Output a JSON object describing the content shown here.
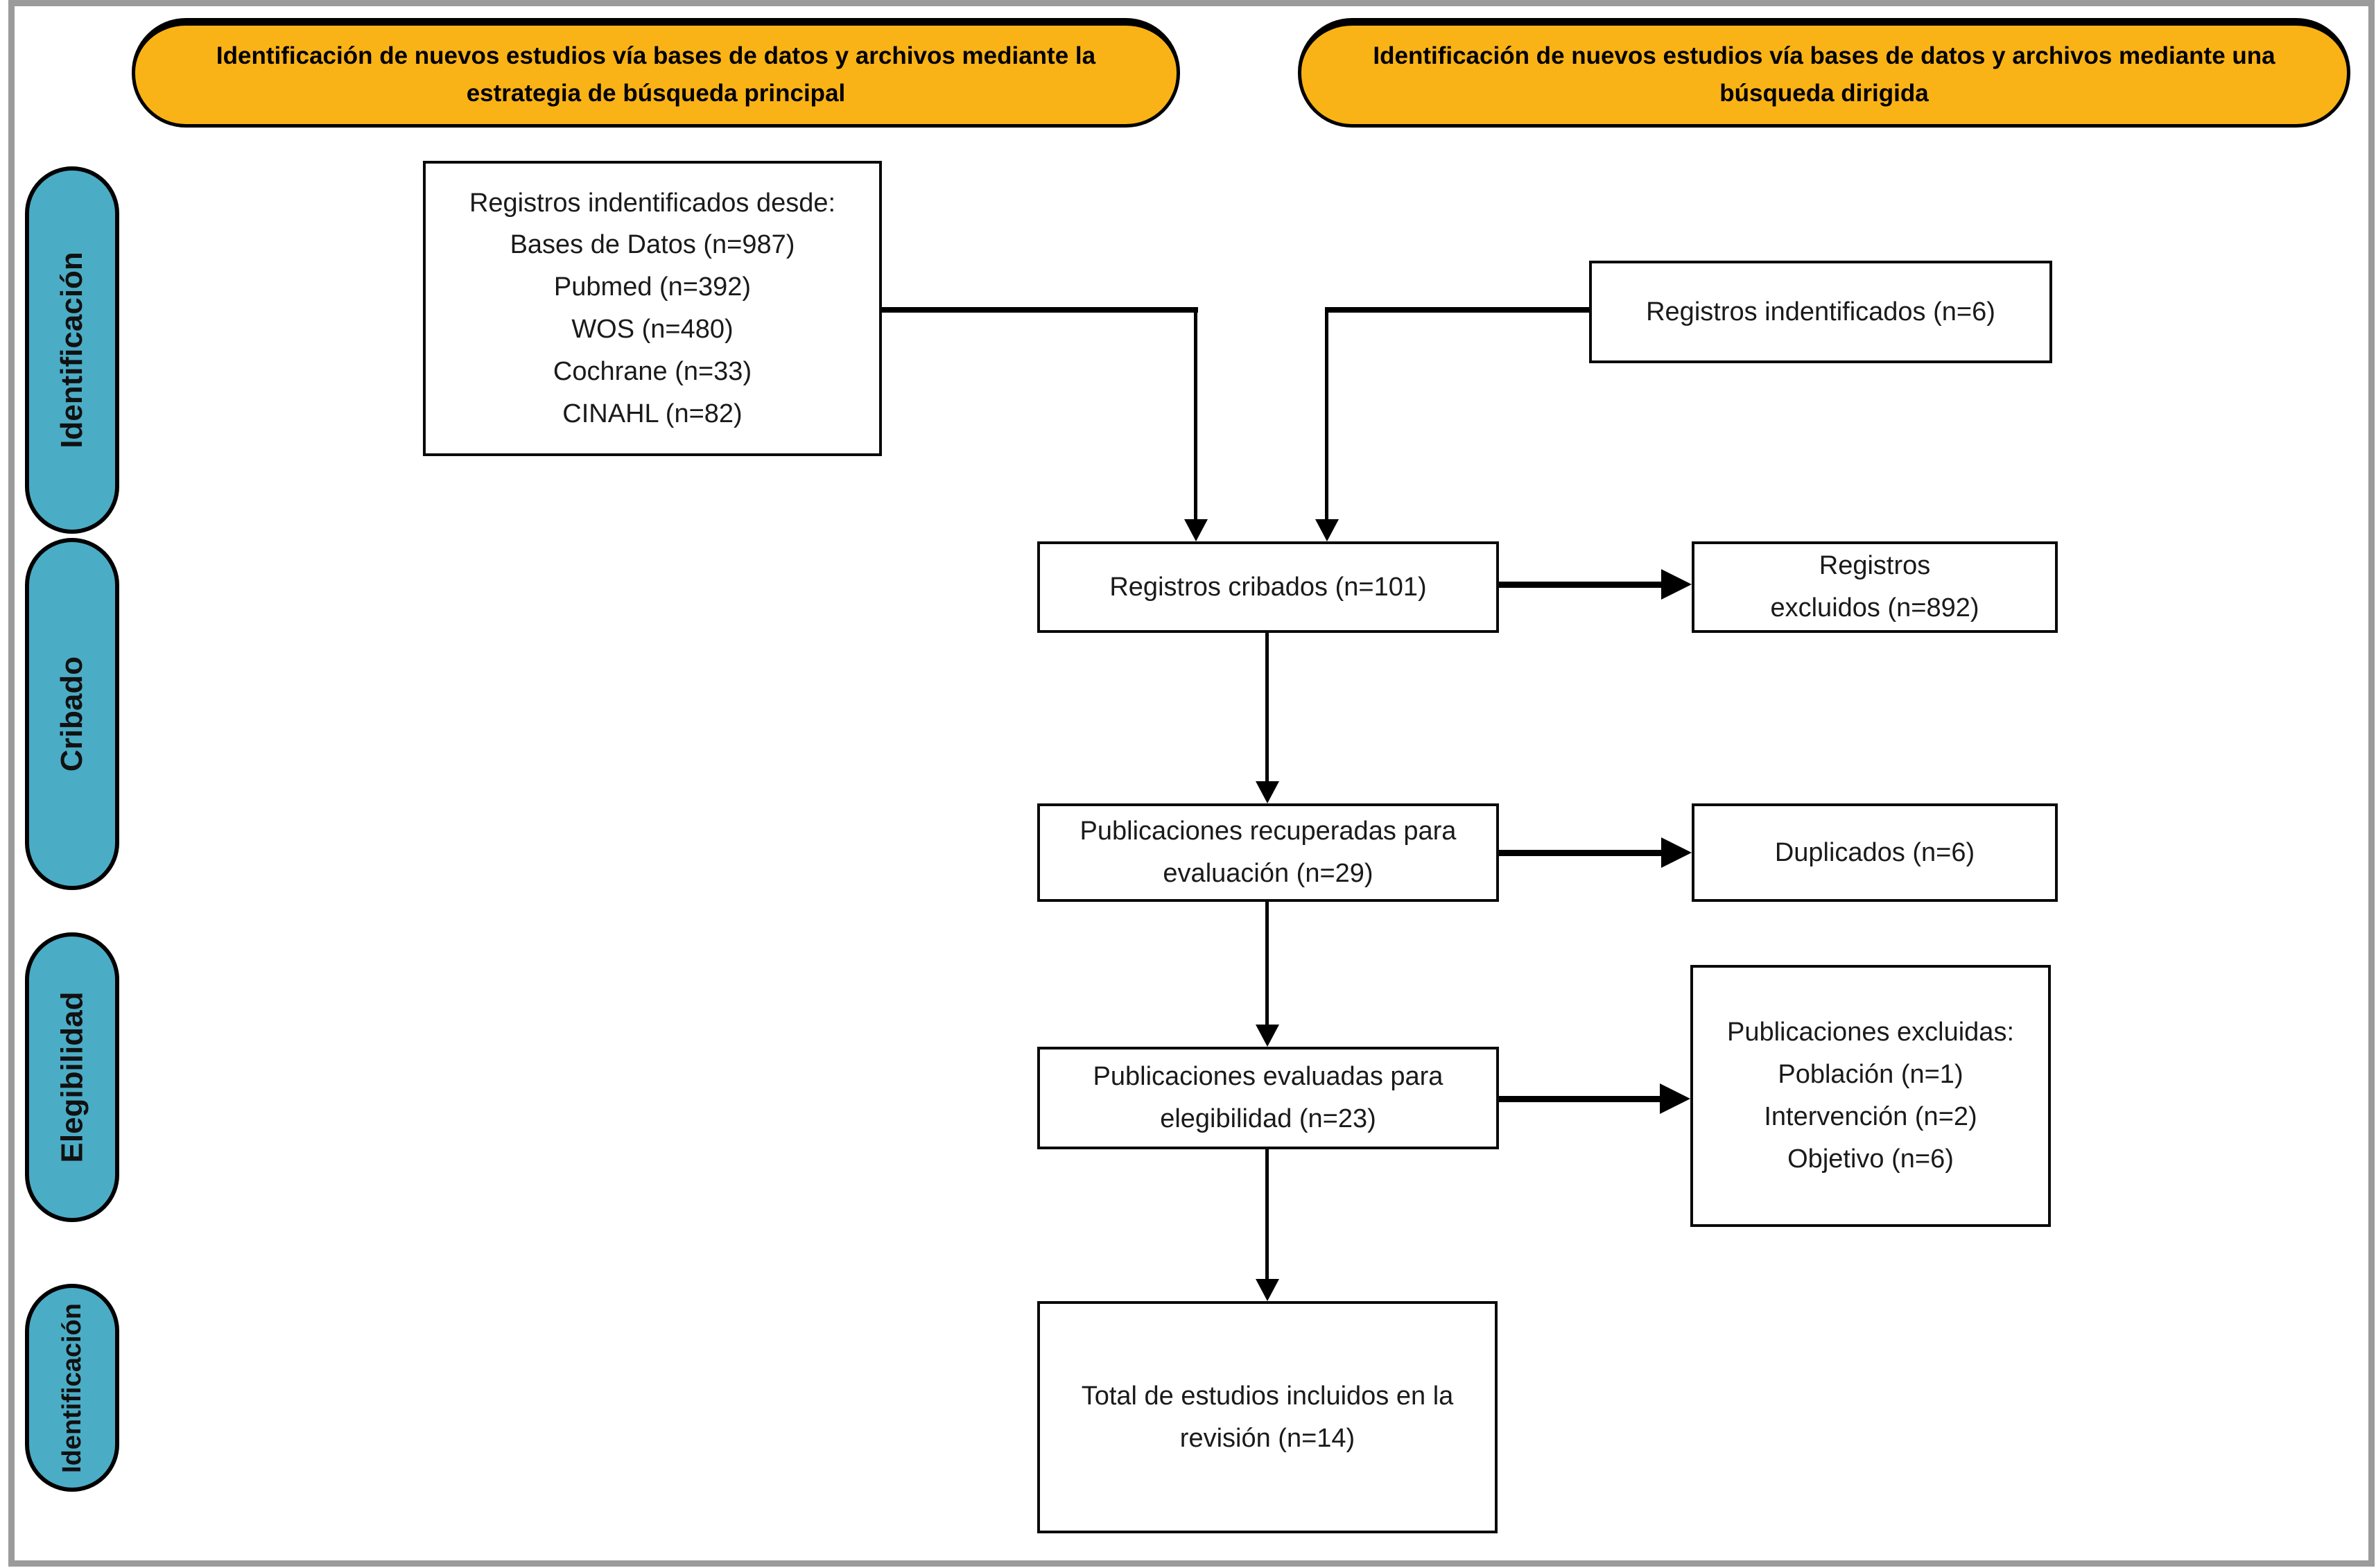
{
  "headers": {
    "primary": {
      "lines": [
        "Identificación de nuevos estudios vía bases de datos y archivos mediante la",
        "estrategia de búsqueda principal"
      ]
    },
    "targeted": {
      "lines": [
        "Identificación de nuevos estudios vía bases de datos y archivos mediante una",
        "búsqueda dirigida"
      ]
    }
  },
  "stages": {
    "identification_top": "Identificación",
    "screening": "Cribado",
    "eligibility": "Elegibilidad",
    "identification_bottom": "Identificación"
  },
  "boxes": {
    "sources": {
      "lines": [
        "Registros indentificados desde:",
        "Bases de Datos (n=987)",
        "Pubmed (n=392)",
        "WOS (n=480)",
        "Cochrane (n=33)",
        "CINAHL (n=82)"
      ]
    },
    "targeted_records": {
      "lines": [
        "Registros indentificados  (n=6)"
      ]
    },
    "screened": {
      "lines": [
        "Registros cribados (n=101)"
      ]
    },
    "excluded_records": {
      "lines": [
        "Registros",
        "excluidos (n=892)"
      ]
    },
    "retrieved": {
      "lines": [
        "Publicaciones recuperadas para",
        "evaluación (n=29)"
      ]
    },
    "duplicates": {
      "lines": [
        "Duplicados (n=6)"
      ]
    },
    "assessed": {
      "lines": [
        "Publicaciones evaluadas para",
        "elegibilidad (n=23)"
      ]
    },
    "excluded_publications": {
      "lines": [
        "Publicaciones excluidas:",
        "Población (n=1)",
        "Intervención (n=2)",
        "Objetivo (n=6)"
      ]
    },
    "included": {
      "lines": [
        "Total de estudios incluidos en la",
        "revisión (n=14)"
      ]
    }
  },
  "colors": {
    "header_fill": "#FAB316",
    "stage_fill": "#4BACC6",
    "box_fill": "#FFFFFF",
    "line_color": "#000000",
    "frame_color": "#9B9B9B"
  }
}
